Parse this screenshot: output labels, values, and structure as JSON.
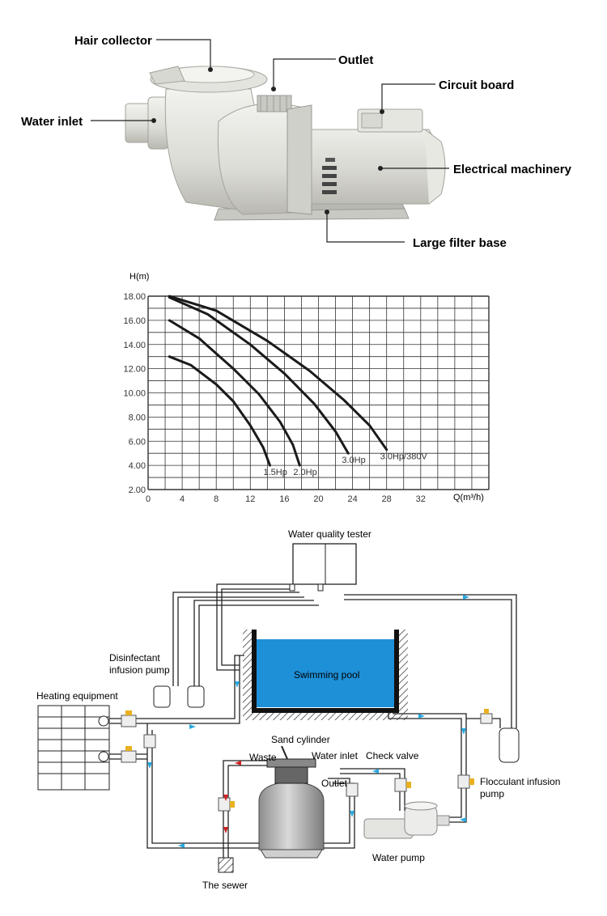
{
  "pump_labels": {
    "hair_collector": "Hair collector",
    "outlet": "Outlet",
    "circuit_board": "Circuit board",
    "water_inlet": "Water inlet",
    "electrical_machinery": "Electrical machinery",
    "large_filter_base": "Large filter base"
  },
  "chart_data": {
    "type": "line",
    "ylabel": "H(m)",
    "xlabel": "Q(m³/h)",
    "xlim": [
      0,
      40
    ],
    "ylim": [
      2,
      18
    ],
    "grid": true,
    "x_ticks": [
      "0",
      "4",
      "8",
      "12",
      "16",
      "20",
      "24",
      "28",
      "32"
    ],
    "y_ticks": [
      "2.00",
      "4.00",
      "6.00",
      "8.00",
      "10.00",
      "12.00",
      "14.00",
      "16.00",
      "18.00"
    ],
    "series": [
      {
        "name": "1.5Hp",
        "x": [
          2.5,
          5,
          8,
          10,
          12,
          13.5,
          14.3
        ],
        "y": [
          13.0,
          12.3,
          10.7,
          9.3,
          7.3,
          5.5,
          4.0
        ]
      },
      {
        "name": "2.0Hp",
        "x": [
          2.5,
          6,
          10,
          13,
          15.5,
          17,
          17.8
        ],
        "y": [
          16.0,
          14.5,
          12.0,
          9.9,
          7.6,
          5.7,
          4.0
        ]
      },
      {
        "name": "3.0Hp",
        "x": [
          2.5,
          7,
          12,
          16,
          19.5,
          22,
          23.5
        ],
        "y": [
          17.9,
          16.5,
          14.0,
          11.6,
          9.1,
          6.8,
          5.0
        ]
      },
      {
        "name": "3.0Hp/380V",
        "x": [
          2.5,
          8,
          14,
          19,
          23,
          26,
          28
        ],
        "y": [
          18.0,
          16.8,
          14.3,
          11.8,
          9.4,
          7.3,
          5.3
        ]
      }
    ]
  },
  "system": {
    "water_quality_tester": "Water quality tester",
    "swimming_pool": "Swimming pool",
    "disinfectant_line1": "Disinfectant",
    "disinfectant_line2": "infusion pump",
    "heating_equipment": "Heating equipment",
    "sand_cylinder": "Sand cylinder",
    "waste": "Waste",
    "water_inlet": "Water inlet",
    "check_valve": "Check valve",
    "outlet": "Outlet",
    "flocculant_line1": "Flocculant infusion",
    "flocculant_line2": "pump",
    "water_pump": "Water pump",
    "the_sewer": "The sewer"
  },
  "colors": {
    "pool_blue": "#1e90d8",
    "flow_arrow": "#29a8e0",
    "waste_arrow": "#d02020",
    "valve_handle": "#e8b020",
    "curve": "#1a1a1a"
  }
}
